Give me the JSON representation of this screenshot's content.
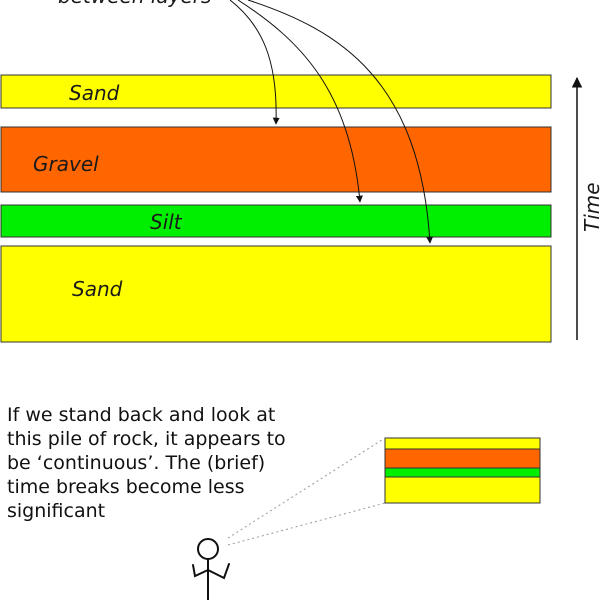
{
  "top_note": "between layers",
  "layers": [
    {
      "label": "Sand",
      "color": "#ffff00"
    },
    {
      "label": "Gravel",
      "color": "#ff6600"
    },
    {
      "label": "Silt",
      "color": "#00ee00"
    },
    {
      "label": "Sand",
      "color": "#ffff00"
    }
  ],
  "axis": {
    "label": "Time"
  },
  "explanation": "If we stand back and look at\nthis pile of rock, it appears to\nbe ‘continuous’.  The (brief)\ntime breaks become less\nsignificant",
  "colors": {
    "sand": "#ffff00",
    "gravel": "#ff6600",
    "silt": "#00ee00",
    "outline": "#333333"
  },
  "icons": [
    "stick-figure-icon",
    "up-arrow-icon"
  ]
}
